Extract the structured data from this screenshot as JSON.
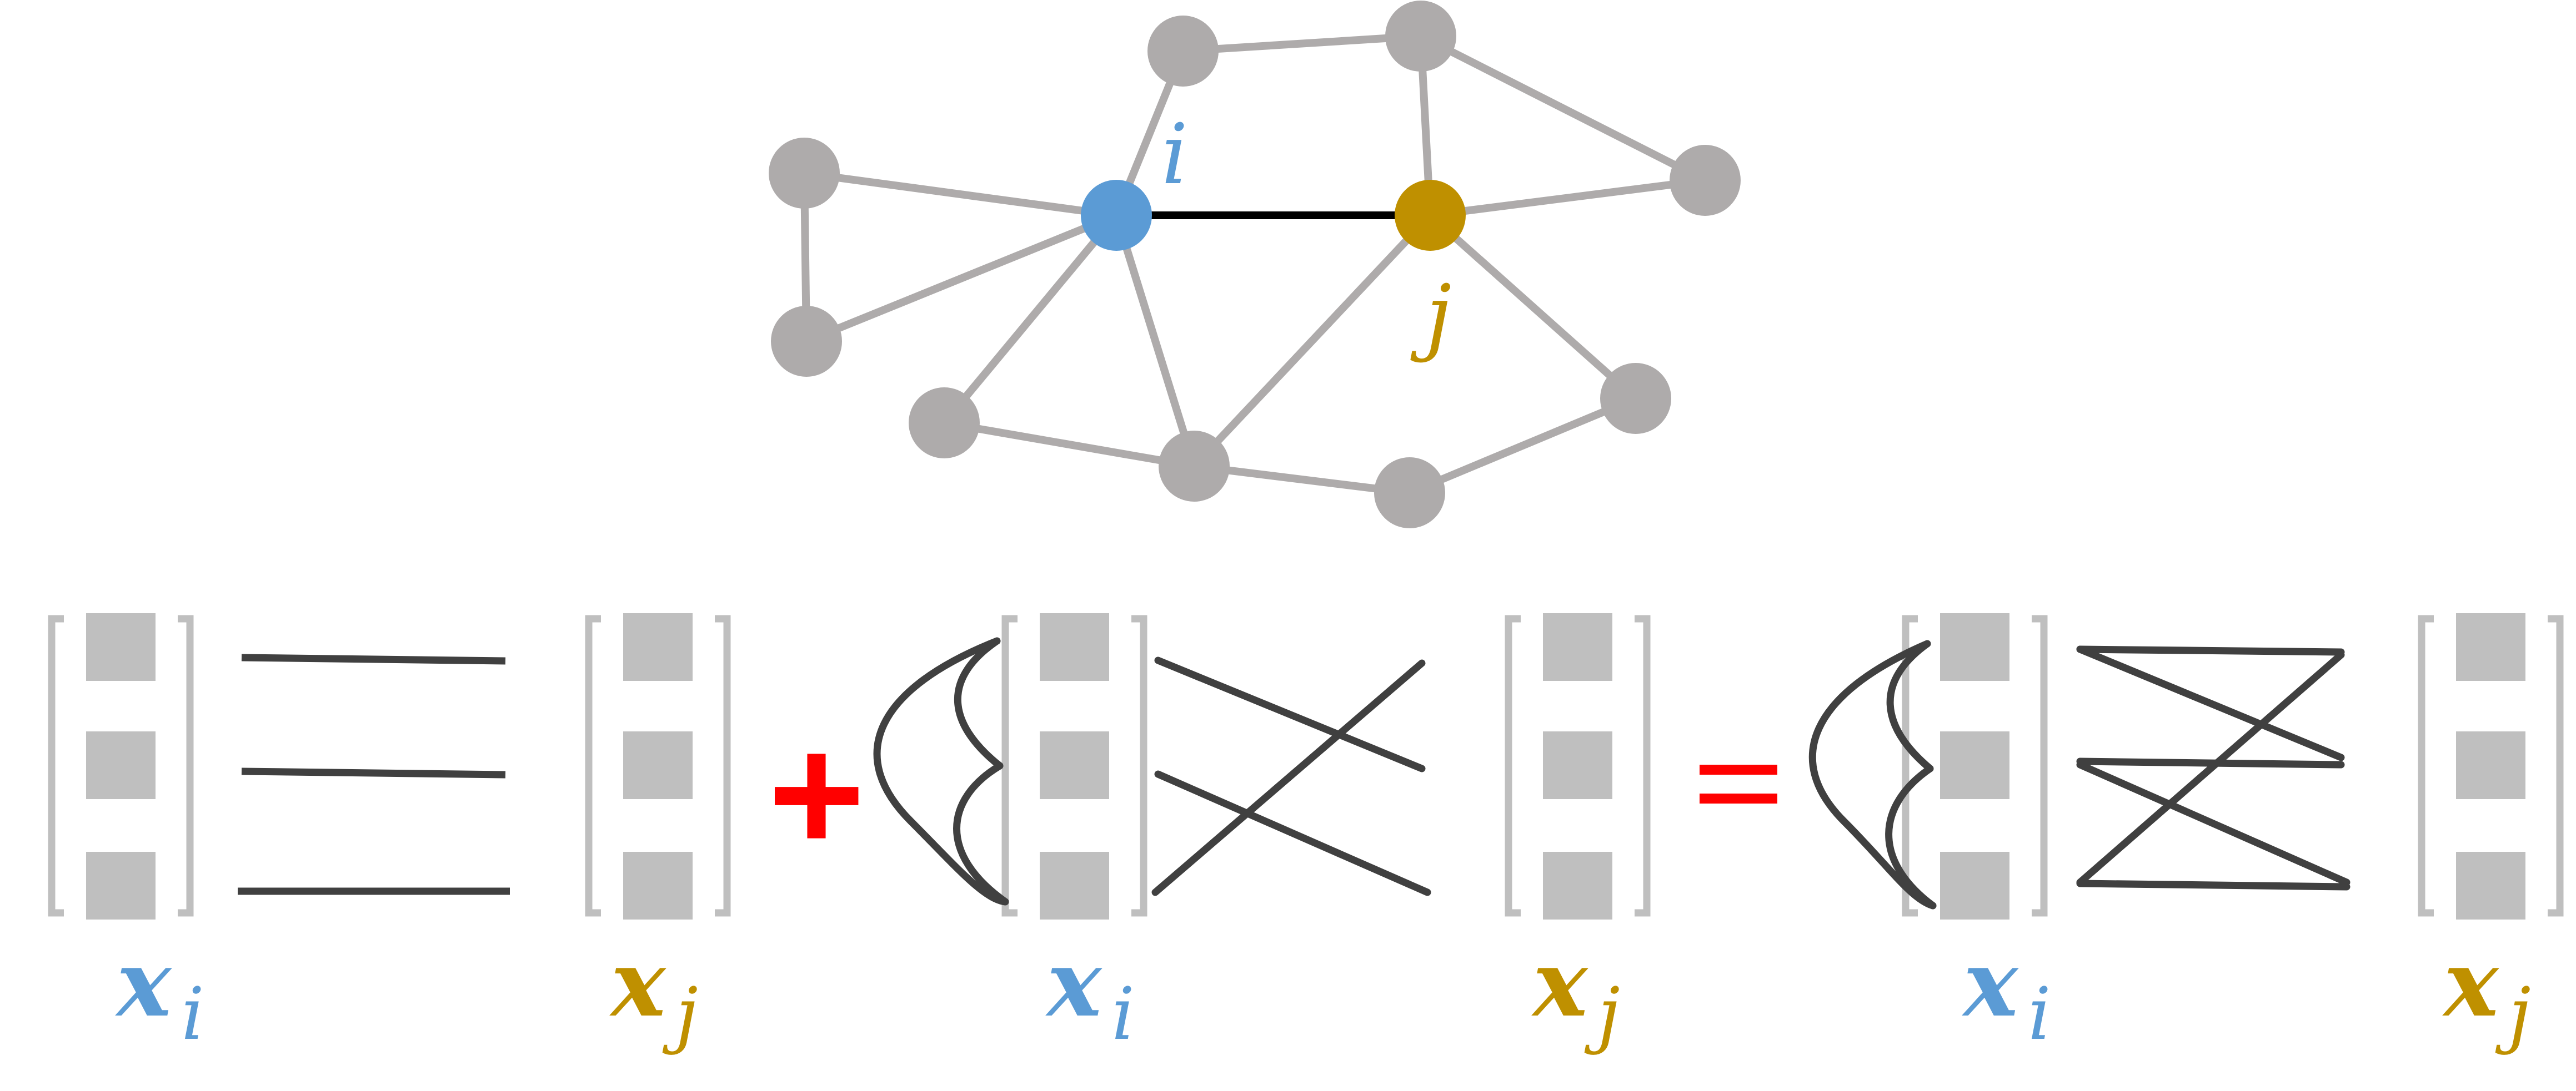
{
  "colors": {
    "node": "#aeabab",
    "node_i": "#5b9bd5",
    "node_j": "#bf9000",
    "edge": "#aeabab",
    "edge_ij": "#000000",
    "bracket": "#bfbfbf",
    "cell": "#bfbfbf",
    "wire": "#404040",
    "operator": "#ff0000"
  },
  "graph": {
    "label_i": "i",
    "label_j": "j"
  },
  "operators": {
    "plus": "+",
    "equals": "="
  },
  "vectors": [
    {
      "base": "x",
      "sub": "i",
      "color": "#5b9bd5"
    },
    {
      "base": "x",
      "sub": "j",
      "color": "#bf9000"
    },
    {
      "base": "x",
      "sub": "i",
      "color": "#5b9bd5"
    },
    {
      "base": "x",
      "sub": "j",
      "color": "#bf9000"
    },
    {
      "base": "x",
      "sub": "i",
      "color": "#5b9bd5"
    },
    {
      "base": "x",
      "sub": "j",
      "color": "#bf9000"
    }
  ]
}
